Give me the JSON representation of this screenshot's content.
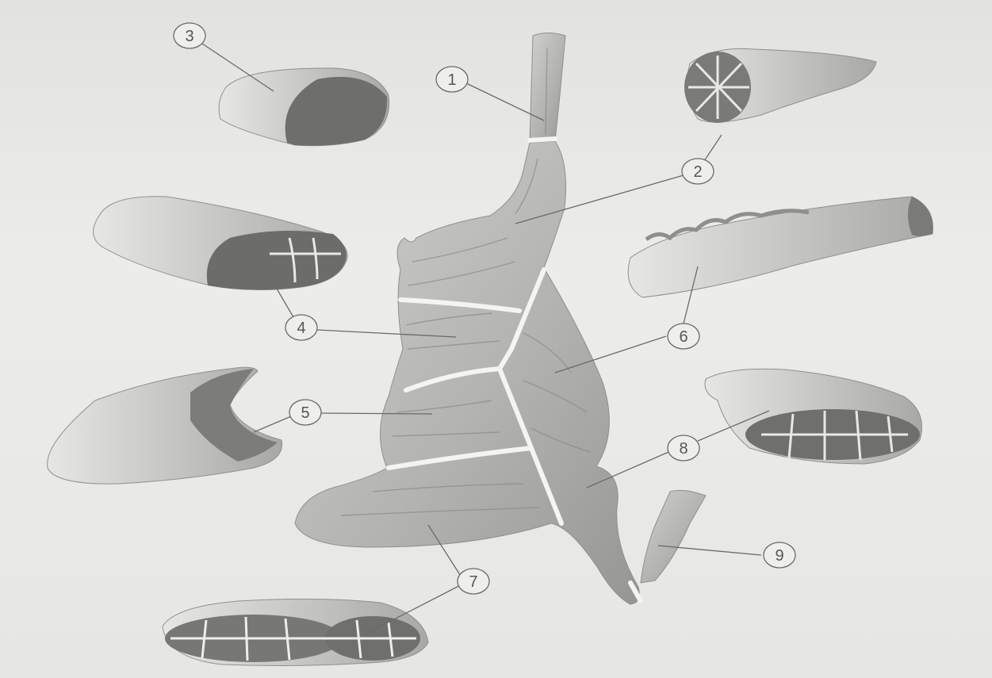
{
  "callouts": [
    {
      "id": "1",
      "label": "1"
    },
    {
      "id": "2",
      "label": "2"
    },
    {
      "id": "3",
      "label": "3"
    },
    {
      "id": "4",
      "label": "4"
    },
    {
      "id": "5",
      "label": "5"
    },
    {
      "id": "6",
      "label": "6"
    },
    {
      "id": "7",
      "label": "7"
    },
    {
      "id": "8",
      "label": "8"
    },
    {
      "id": "9",
      "label": "9"
    }
  ],
  "colors": {
    "background": "#e8e8e6",
    "meat": "#b9b9b7",
    "meat_dark": "#8f8f8d",
    "cut_line": "#f2f2f0",
    "leader": "#6a6a6a"
  }
}
